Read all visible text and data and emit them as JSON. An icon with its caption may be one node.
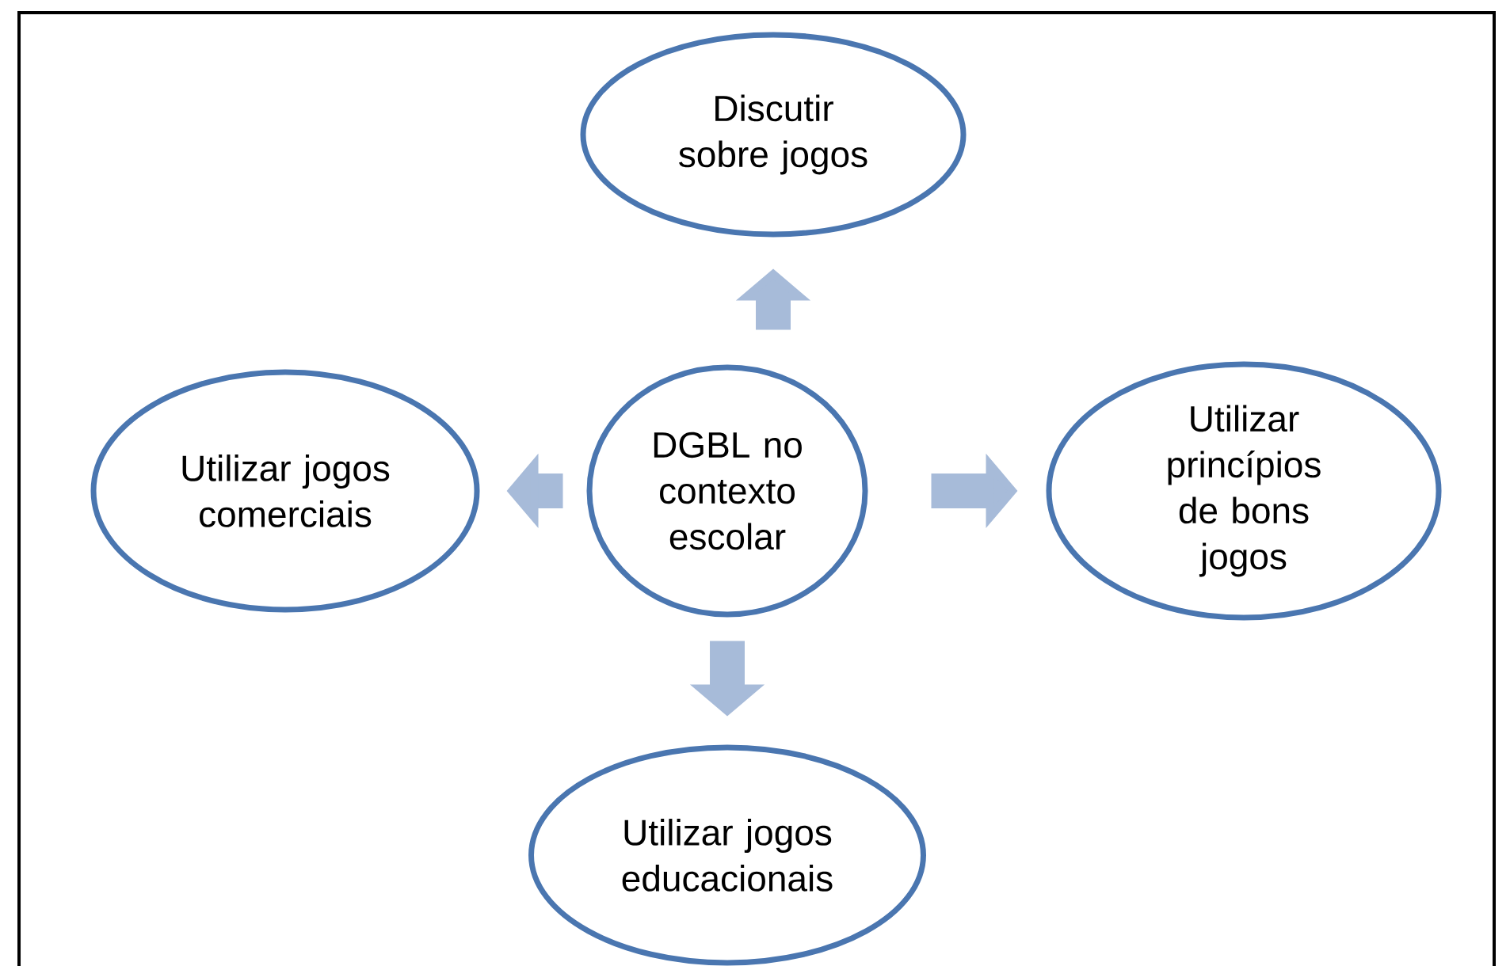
{
  "diagram": {
    "nodes": [
      {
        "text": [
          "DGBL no contexto escolar"
        ]
      },
      {
        "text": [
          "Discutir sobre jogos"
        ]
      },
      {
        "text": [
          "Utilizar princípios de bons jogos"
        ]
      },
      {
        "text": [
          "Utilizar jogos educacionais"
        ]
      },
      {
        "text": [
          "Utilizar jogos comerciais"
        ]
      }
    ],
    "edges": [
      {
        "from": 0,
        "to": 1,
        "arrow": "to"
      },
      {
        "from": 0,
        "to": 2,
        "arrow": "to"
      },
      {
        "from": 0,
        "to": 3,
        "arrow": "to"
      },
      {
        "from": 0,
        "to": 4,
        "arrow": "to"
      }
    ]
  }
}
